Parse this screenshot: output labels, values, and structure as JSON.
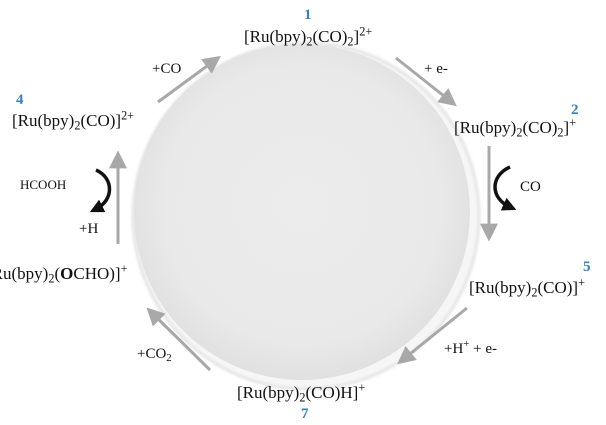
{
  "colors": {
    "number": "#3a7fbf",
    "arrow": "#a8a8a8",
    "curved_arrow": "#111111"
  },
  "species": [
    {
      "id": "1",
      "parts": [
        "[Ru(bpy)",
        "2",
        "(CO)",
        "2",
        "]",
        "2+"
      ]
    },
    {
      "id": "2",
      "parts": [
        "[Ru(bpy)",
        "2",
        "(CO)",
        "2",
        "]",
        "+"
      ]
    },
    {
      "id": "5",
      "parts": [
        "[Ru(bpy)",
        "2",
        "(CO)]",
        "+"
      ]
    },
    {
      "id": "7",
      "parts": [
        "[Ru(bpy)",
        "2",
        "(CO)H]",
        "+"
      ]
    },
    {
      "id": "",
      "parts": [
        "[Ru(bpy)",
        "2",
        "(",
        "O",
        "CHO)]",
        "+"
      ]
    },
    {
      "id": "4",
      "parts": [
        "[Ru(bpy)",
        "2",
        "(CO)]",
        "2+"
      ]
    }
  ],
  "reagents": {
    "step_1_2": "+ e-",
    "step_2_5": "CO",
    "step_5_7": [
      "+H",
      "+",
      " + e-"
    ],
    "step_7_formate": [
      "+CO",
      "2"
    ],
    "step_formate_4_in": "+H",
    "step_formate_4_out": "HCOOH",
    "step_4_1": "+CO"
  }
}
